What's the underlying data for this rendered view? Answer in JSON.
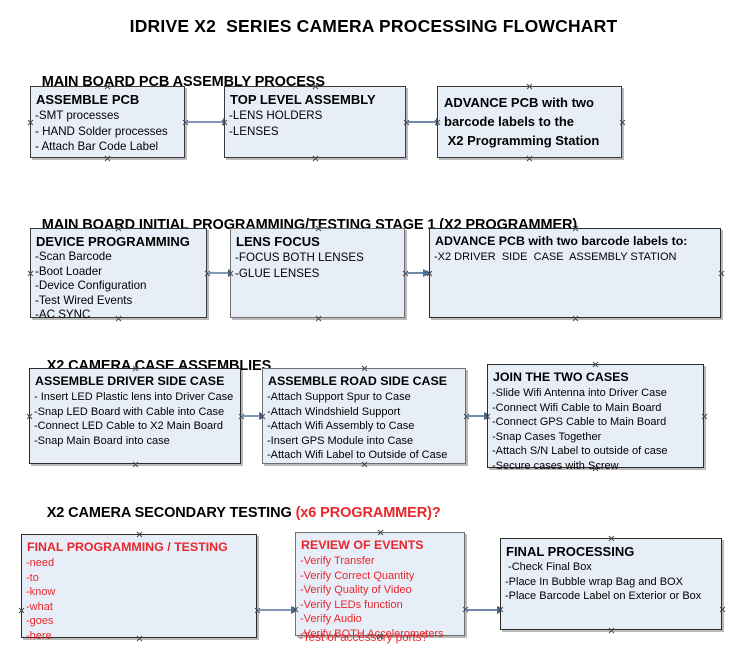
{
  "document": {
    "title": "IDRIVE X2  SERIES CAMERA PROCESSING FLOWCHART"
  },
  "colors": {
    "box_fill": "#e8eef8",
    "box_border": "#3a3a3a",
    "arrow": "#8098b8",
    "arrow_head": "#4a6f9c",
    "red_text": "#e8272c",
    "black_text": "#000000",
    "background": "#ffffff"
  },
  "sections": [
    {
      "id": "main-board-pcb-assembly",
      "header": "MAIN BOARD PCB ASSEMBLY PROCESS",
      "header_accent": "",
      "nodes": [
        {
          "id": "assemble-pcb",
          "title": "ASSEMBLE PCB",
          "lines": [
            "-SMT processes",
            "- HAND Solder processes",
            "- Attach Bar Code Label"
          ],
          "color": "black"
        },
        {
          "id": "top-level-assembly",
          "title": "TOP LEVEL ASSEMBLY",
          "lines": [
            "-LENS HOLDERS",
            "-LENSES"
          ],
          "color": "black"
        },
        {
          "id": "advance-pcb-x2-programming-station",
          "title_block": [
            "ADVANCE PCB with two",
            "barcode labels to the",
            " X2 Programming Station"
          ],
          "lines": [],
          "color": "black"
        }
      ]
    },
    {
      "id": "main-board-initial-programming",
      "header": "MAIN BOARD INITIAL PROGRAMMING/TESTING STAGE 1 (X2 PROGRAMMER)",
      "header_accent": "",
      "nodes": [
        {
          "id": "device-programming",
          "title": "DEVICE PROGRAMMING",
          "lines": [
            "-Scan Barcode",
            "-Boot Loader",
            "-Device Configuration",
            "-Test Wired Events",
            "-AC SYNC"
          ],
          "color": "black"
        },
        {
          "id": "lens-focus",
          "title": "LENS FOCUS",
          "lines": [
            "-FOCUS BOTH LENSES",
            "-GLUE LENSES"
          ],
          "color": "black"
        },
        {
          "id": "advance-pcb-driver-side-case-station",
          "title": "ADVANCE PCB with two barcode labels to:",
          "lines": [
            "-X2 DRIVER  SIDE  CASE  ASSEMBLY STATION"
          ],
          "color": "black"
        }
      ]
    },
    {
      "id": "x2-camera-case-assemblies",
      "header": "X2 CAMERA CASE ASSEMBLIES",
      "header_accent": "",
      "nodes": [
        {
          "id": "assemble-driver-side-case",
          "title": "ASSEMBLE DRIVER SIDE CASE",
          "lines": [
            "- Insert LED Plastic lens into Driver Case",
            "-Snap LED Board with Cable into Case",
            "-Connect LED Cable to X2 Main Board",
            "-Snap Main Board into case"
          ],
          "color": "black"
        },
        {
          "id": "assemble-road-side-case",
          "title": "ASSEMBLE ROAD SIDE CASE",
          "lines": [
            "-Attach Support Spur to Case",
            "-Attach Windshield Support",
            "-Attach Wifi Assembly to Case",
            "-Insert GPS Module into Case",
            "-Attach Wifi Label to Outside of Case"
          ],
          "color": "black"
        },
        {
          "id": "join-the-two-cases",
          "title": "JOIN THE TWO CASES",
          "lines": [
            "-Slide Wifi Antenna into Driver Case",
            "-Connect Wifi Cable to Main Board",
            "-Connect GPS Cable to Main Board",
            "-Snap Cases Together",
            "-Attach S/N Label to outside of case",
            "-Secure cases with Screw"
          ],
          "color": "black"
        }
      ]
    },
    {
      "id": "x2-camera-secondary-testing",
      "header": "X2 CAMERA SECONDARY TESTING ",
      "header_accent": "(x6 PROGRAMMER)?",
      "nodes": [
        {
          "id": "final-programming-testing",
          "title": "FINAL PROGRAMMING / TESTING",
          "lines": [
            "-need",
            "-to",
            "-know",
            "-what",
            "-goes",
            "-here"
          ],
          "color": "red"
        },
        {
          "id": "review-of-events",
          "title": "REVIEW OF EVENTS",
          "lines": [
            "-Verify Transfer",
            "-Verify Correct Quantity",
            "-Verify Quality of Video",
            "-Verify LEDs function",
            "-Verify Audio",
            "-Verify BOTH Accelerometers"
          ],
          "overflow_line": "-Test of accessory ports?",
          "color": "red"
        },
        {
          "id": "final-processing",
          "title": "FINAL PROCESSING",
          "lines": [
            " -Check Final Box",
            "-Place In Bubble wrap Bag and BOX",
            "-Place Barcode Label on Exterior or Box"
          ],
          "color": "black"
        }
      ]
    }
  ]
}
